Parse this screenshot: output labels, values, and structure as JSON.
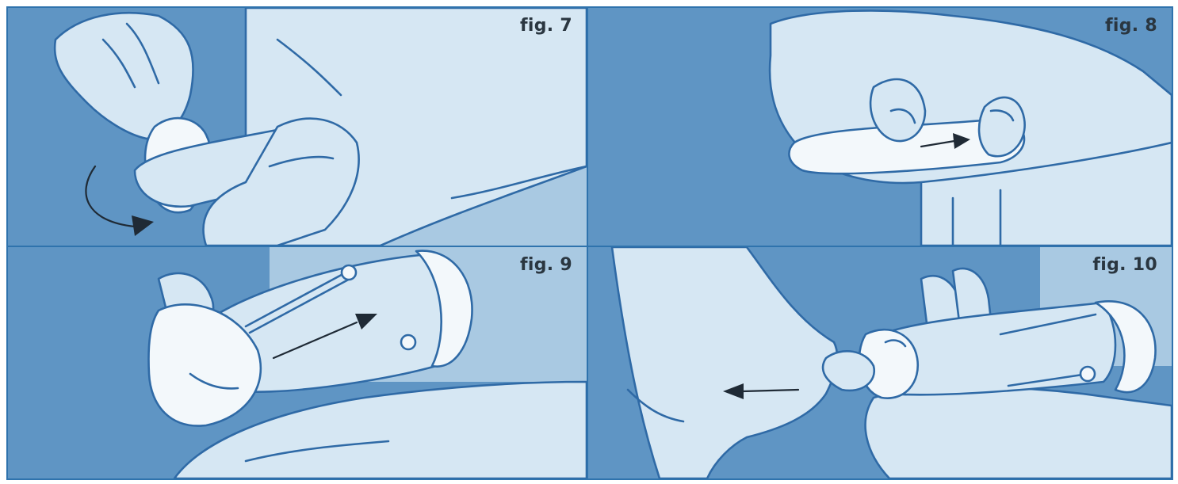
{
  "figures": [
    {
      "label": "fig. 7"
    },
    {
      "label": "fig. 8"
    },
    {
      "label": "fig. 9"
    },
    {
      "label": "fig. 10"
    }
  ],
  "colors": {
    "border": "#2f73ad",
    "background_blue": "#5f95c4",
    "skin_light": "#d6e7f3",
    "line": "#2f6aa6",
    "label_text": "#2a3640"
  }
}
